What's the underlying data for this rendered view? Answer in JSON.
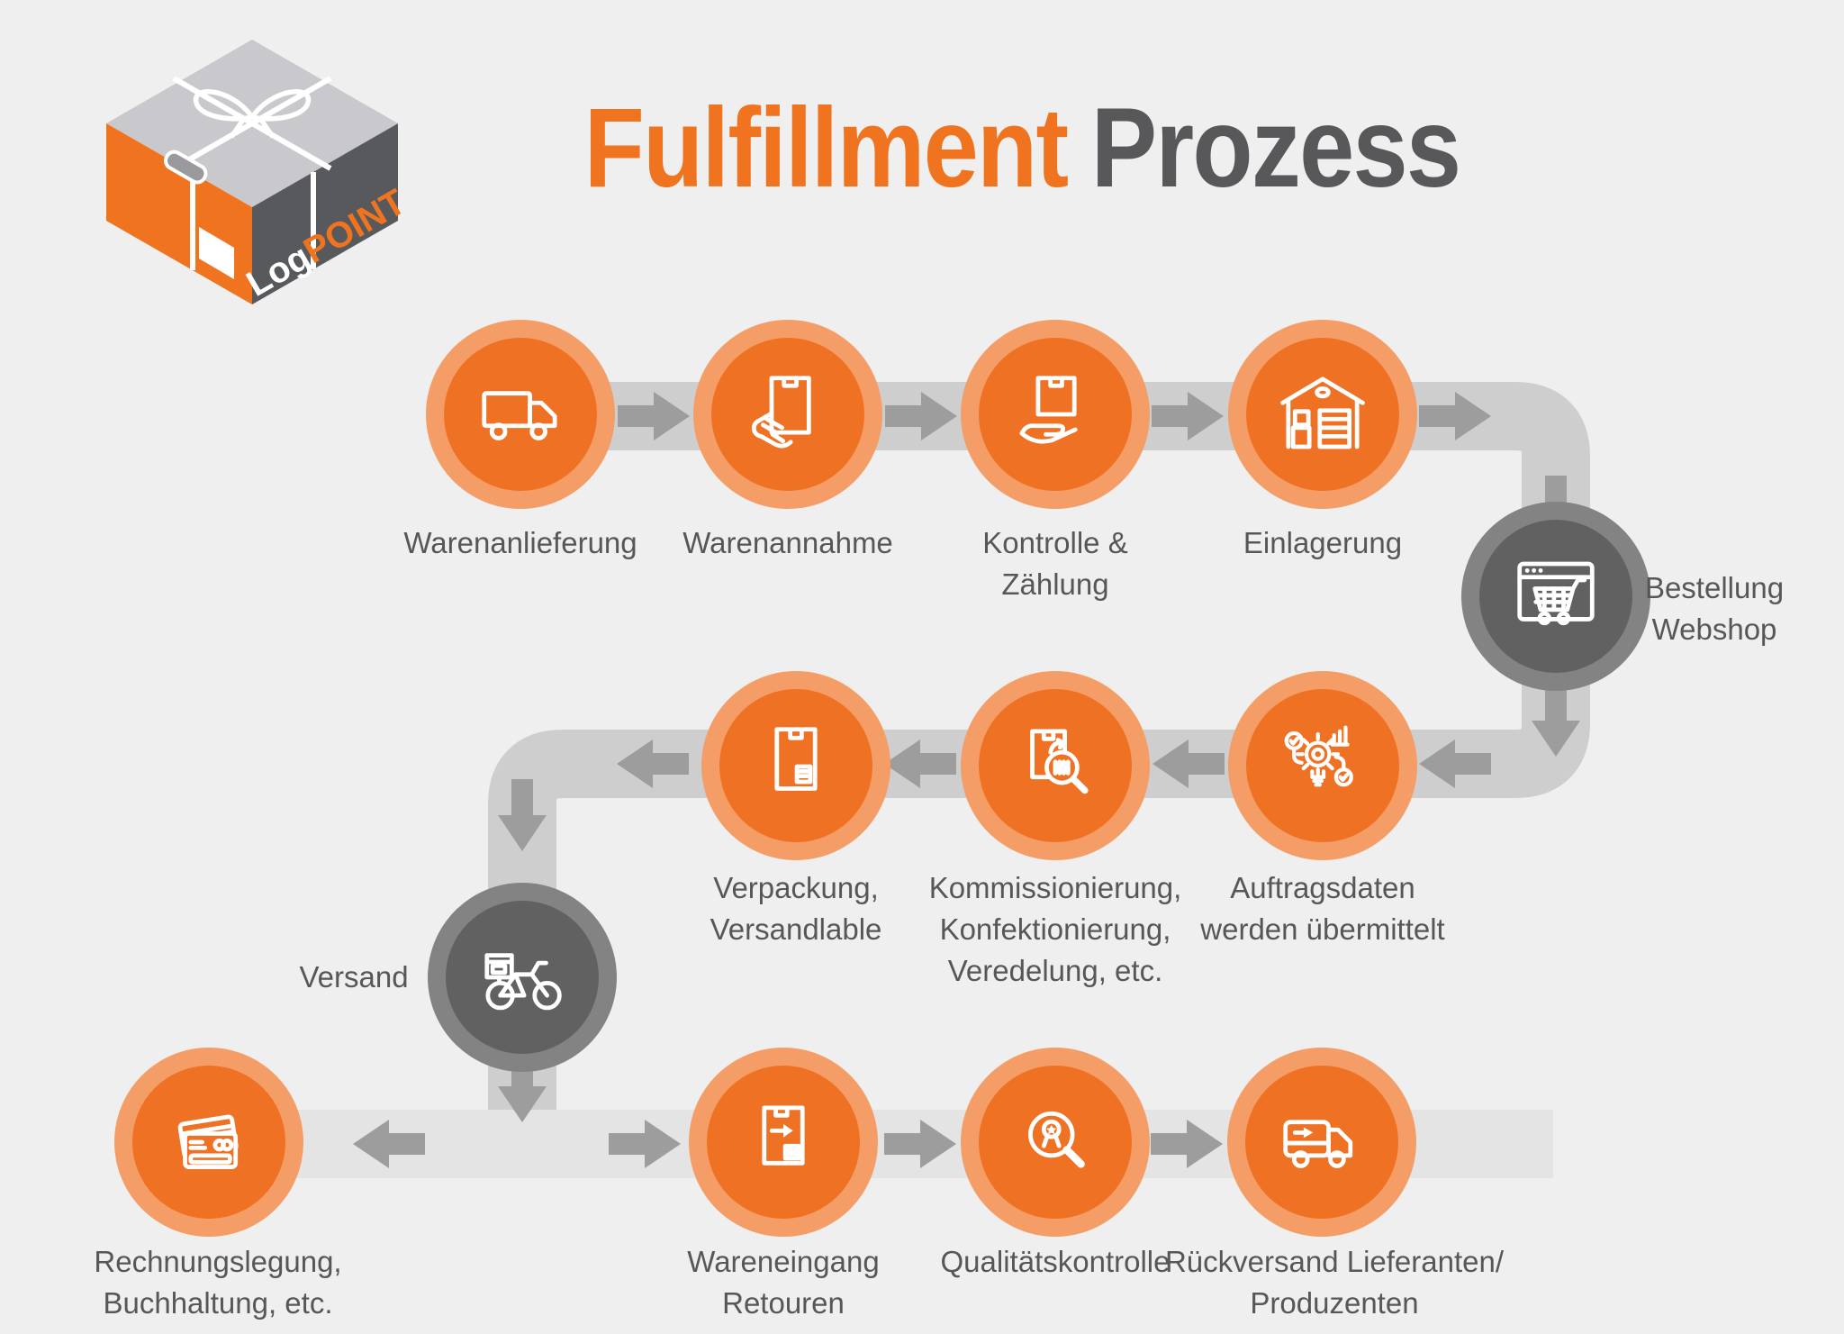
{
  "logo": {
    "log": "Log",
    "point": "POINT",
    "icon": "gift-box-logo"
  },
  "title": {
    "fulfillment": "Fulfillment",
    "prozess": "Prozess"
  },
  "colors": {
    "bg": "#efefef",
    "band": "#cecece",
    "band_light": "#e4e4e4",
    "arrow": "#9d9d9d",
    "orange": "#ef7123",
    "orange_ring": "#f59d66",
    "dark": "#616161",
    "dark_ring": "#838383",
    "text": "#57575a",
    "title_orange": "#f0741f",
    "title_gray": "#58585a",
    "logo_top": "#c9c9cd",
    "logo_side": "#58595c",
    "logo_gray": "#9a9a9e",
    "white": "#ffffff"
  },
  "steps": [
    {
      "id": "warenanlieferung",
      "icon": "delivery-truck-icon",
      "label_lines": [
        "Warenanlieferung"
      ]
    },
    {
      "id": "warenannahme",
      "icon": "hand-carrying-box-icon",
      "label_lines": [
        "Warenannahme"
      ]
    },
    {
      "id": "kontrolle-zaehlung",
      "icon": "box-on-open-hand-icon",
      "label_lines": [
        "Kontrolle &",
        "Zählung"
      ]
    },
    {
      "id": "einlagerung",
      "icon": "warehouse-icon",
      "label_lines": [
        "Einlagerung"
      ]
    },
    {
      "id": "bestellung-webshop",
      "icon": "webshop-cart-icon",
      "label_lines": [
        "Bestellung",
        "Webshop"
      ]
    },
    {
      "id": "auftragsdaten",
      "icon": "order-data-gear-icon",
      "label_lines": [
        "Auftragsdaten",
        "werden übermittelt"
      ]
    },
    {
      "id": "kommissionierung",
      "icon": "picking-magnifier-icon",
      "label_lines": [
        "Kommissionierung,",
        "Konfektionierung,",
        "Veredelung, etc."
      ]
    },
    {
      "id": "verpackung",
      "icon": "parcel-shipping-label-icon",
      "label_lines": [
        "Verpackung,",
        "Versandlable"
      ]
    },
    {
      "id": "versand",
      "icon": "delivery-bike-icon",
      "label_lines": [
        "Versand"
      ]
    },
    {
      "id": "rechnungslegung",
      "icon": "invoice-cards-icon",
      "label_lines": [
        "Rechnungslegung,",
        "Buchhaltung, etc."
      ]
    },
    {
      "id": "wareneingang-retouren",
      "icon": "returns-box-arrow-icon",
      "label_lines": [
        "Wareneingang",
        "Retouren"
      ]
    },
    {
      "id": "qualitaetskontrolle",
      "icon": "quality-award-magnifier-icon",
      "label_lines": [
        "Qualitätskontrolle"
      ]
    },
    {
      "id": "rueckversand",
      "icon": "return-truck-arrow-icon",
      "label_lines": [
        "Rückversand Lieferanten/",
        "Produzenten"
      ]
    }
  ]
}
